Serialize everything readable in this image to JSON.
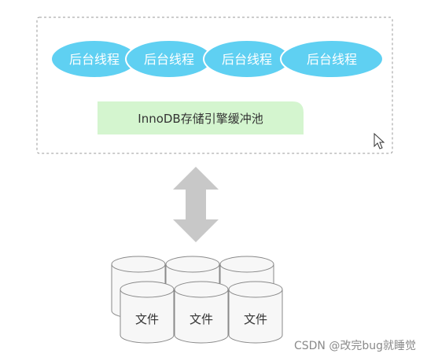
{
  "threads": [
    {
      "label": "后台线程"
    },
    {
      "label": "后台线程"
    },
    {
      "label": "后台线程"
    },
    {
      "label": "后台线程"
    }
  ],
  "buffer_pool": {
    "label": "InnoDB存储引擎缓冲池"
  },
  "files": [
    {
      "label": "文件"
    },
    {
      "label": "文件"
    },
    {
      "label": "文件"
    }
  ],
  "watermark": "CSDN @改完bug就睡觉",
  "colors": {
    "thread_fill": "#5fd0f2",
    "thread_stroke": "#ffffff",
    "pool_fill": "#d4f5cf",
    "arrow_fill": "#c8c8c8",
    "cylinder_fill": "#f7f7f7",
    "cylinder_stroke": "#8a8a8a",
    "container_border": "#9a9a9a"
  }
}
